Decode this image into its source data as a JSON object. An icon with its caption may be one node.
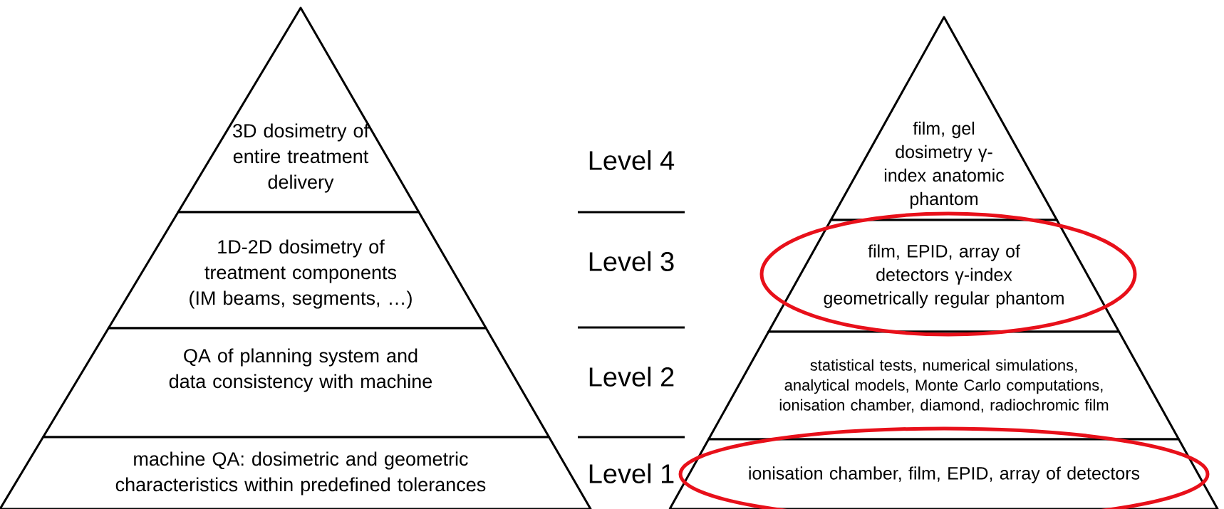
{
  "diagram": {
    "nodes": [
      {
        "text": [
          "3D dosimetry of entire treatment delivery"
        ]
      },
      {
        "text": [
          "1D-2D dosimetry of treatment components (IM beams, segments, …)"
        ]
      },
      {
        "text": [
          "QA of planning system and data consistency with machine"
        ]
      },
      {
        "text": [
          "machine QA: dosimetric and geometric characteristics within predefined tolerances"
        ]
      },
      {
        "text": [
          "film, gel dosimetry γ-index anatomic phantom"
        ]
      },
      {
        "text": [
          "film, EPID, array of detectors γ-index geometrically regular phantom"
        ]
      },
      {
        "text": [
          "statistical tests, numerical simulations, analytical models, Monte Carlo computations, ionisation chamber, diamond, radiochromic film"
        ]
      },
      {
        "text": [
          "ionisation chamber, film, EPID, array of detectors"
        ]
      }
    ],
    "labels": [
      "Level 4",
      "Level 3",
      "Level 2",
      "Level 1"
    ]
  }
}
